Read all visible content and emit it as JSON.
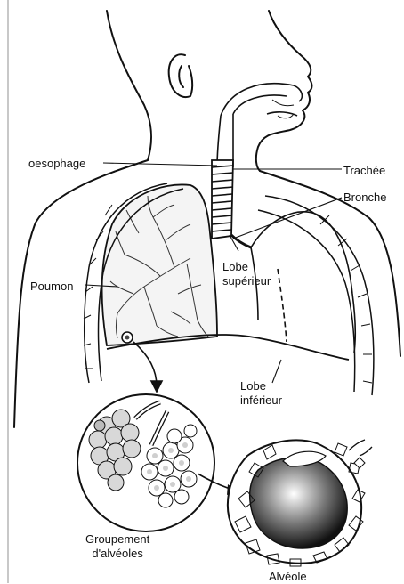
{
  "labels": {
    "oesophage": "oesophage",
    "trachee": "Trachée",
    "bronche": "Bronche",
    "poumon": "Poumon",
    "lobe_superieur": [
      "Lobe",
      "supérieur"
    ],
    "lobe_inferieur": [
      "Lobe",
      "inférieur"
    ],
    "groupement": [
      "Groupement",
      "d'alvéoles"
    ],
    "alveole": "Alvéole"
  },
  "colors": {
    "ink": "#111111",
    "background": "#ffffff",
    "lung_fill": "#f4f4f4"
  }
}
